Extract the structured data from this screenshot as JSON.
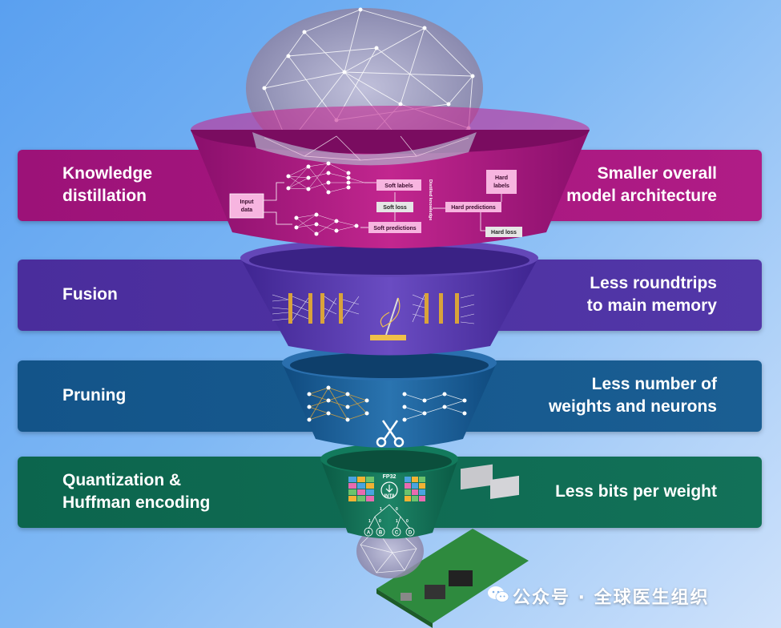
{
  "stages": [
    {
      "left": [
        "Knowledge",
        "distillation"
      ],
      "right": [
        "Smaller overall",
        "model architecture"
      ],
      "color": "#a3177c"
    },
    {
      "left": [
        "Fusion"
      ],
      "right": [
        "Less roundtrips",
        "to main memory"
      ],
      "color": "#4a2f9e"
    },
    {
      "left": [
        "Pruning"
      ],
      "right": [
        "Less number of",
        "weights and neurons"
      ],
      "color": "#185a8e"
    },
    {
      "left": [
        "Quantization &",
        "Huffman encoding"
      ],
      "right": [
        "Less bits per weight"
      ],
      "color": "#0f6a52"
    }
  ],
  "distillation_diagram": {
    "input": [
      "Input",
      "data"
    ],
    "soft_labels": "Soft labels",
    "soft_loss": "Soft loss",
    "soft_predictions": "Soft predictions",
    "hard_labels": [
      "Hard",
      "labels"
    ],
    "hard_predictions": "Hard predictions",
    "hard_loss": "Hard loss",
    "distilled_knowledge": "Distilled knowledge"
  },
  "quantization_diagram": {
    "fp_label": "FP32",
    "int_label": "INT8",
    "tree_leaves": [
      "A",
      "B",
      "C",
      "D"
    ],
    "tree_bits": [
      "1",
      "0",
      "1",
      "0",
      "1",
      "0"
    ]
  },
  "watermark": "公众号 · 全球医生组织"
}
